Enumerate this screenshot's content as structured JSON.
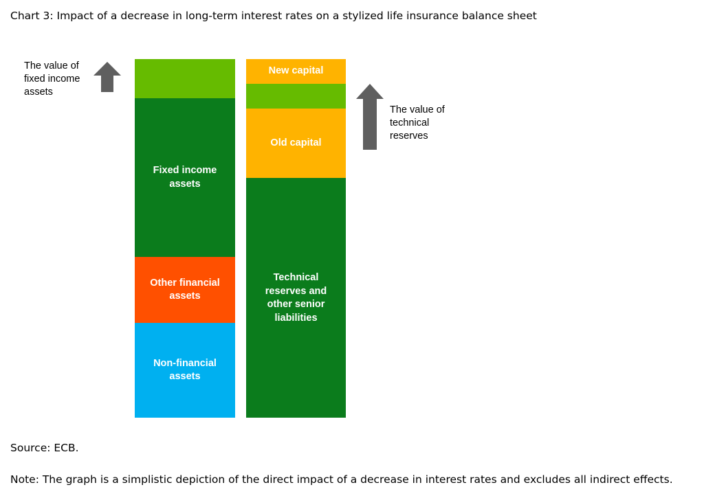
{
  "title": "Chart 3: Impact of a decrease in long-term interest rates on a stylized life insurance balance sheet",
  "assets_column": {
    "annotation": "The value of\nfixed income\nassets",
    "arrow_icon": "up-arrow-icon",
    "segments": {
      "increase": {
        "label": "",
        "color": "#66BB00"
      },
      "fixed_income": {
        "label": "Fixed income\nassets",
        "color": "#0B7C1C"
      },
      "other_financial": {
        "label": "Other financial\nassets",
        "color": "#FF5000"
      },
      "non_financial": {
        "label": "Non-financial\nassets",
        "color": "#00B0F0"
      }
    }
  },
  "liabilities_column": {
    "annotation": "The value of\ntechnical\nreserves",
    "arrow_icon": "up-arrow-icon",
    "segments": {
      "new_capital": {
        "label": "New capital",
        "color": "#FFB300"
      },
      "increase": {
        "label": "",
        "color": "#66BB00"
      },
      "old_capital": {
        "label": "Old capital",
        "color": "#FFB300"
      },
      "technical_reserves": {
        "label": "Technical\nreserves and\nother senior\nliabilities",
        "color": "#0B7C1C"
      }
    }
  },
  "source": "Source: ECB.",
  "note": "Note: The graph is a simplistic depiction of the direct impact of a decrease in interest rates and excludes all indirect effects."
}
